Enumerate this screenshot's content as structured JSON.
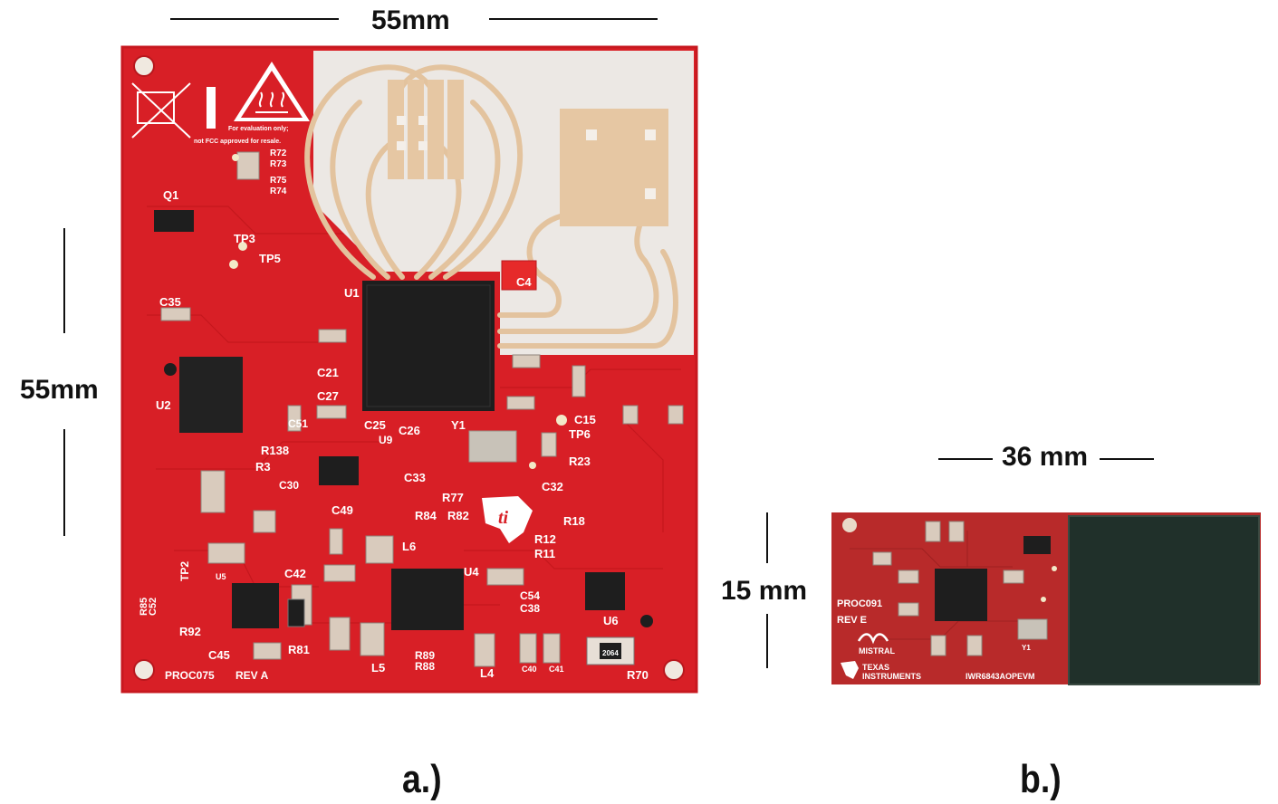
{
  "dimensions": {
    "a_width": "55mm",
    "a_height": "55mm",
    "b_width": "36 mm",
    "b_height": "15 mm"
  },
  "captions": {
    "a": "a.)",
    "b": "b.)"
  },
  "board_a": {
    "board_id": "PROC075",
    "revision": "REV A",
    "warning_text_1": "For evaluation only;",
    "warning_text_2": "not FCC approved for resale.",
    "labels": [
      "Q1",
      "TP3",
      "TP5",
      "C35",
      "U1",
      "C4",
      "U2",
      "C21",
      "C27",
      "C25",
      "C26",
      "C51",
      "U9",
      "R138",
      "R3",
      "C30",
      "TP6",
      "C15",
      "Y1",
      "C33",
      "R77",
      "C32",
      "R23",
      "C49",
      "R84",
      "R82",
      "L6",
      "R18",
      "R12",
      "R11",
      "U4",
      "C42",
      "TP2",
      "U5",
      "C54",
      "C38",
      "U6",
      "R92",
      "C45",
      "R81",
      "L5",
      "R89",
      "R88",
      "L4",
      "C40",
      "C41",
      "R70",
      "C52",
      "R85",
      "R72",
      "R73",
      "R75",
      "R74"
    ],
    "chip_marking": "2064"
  },
  "board_b": {
    "board_id": "PROC091",
    "revision": "REV E",
    "brand": "MISTRAL",
    "manufacturer_line1": "TEXAS",
    "manufacturer_line2": "INSTRUMENTS",
    "part_text": "IWR6843AOPEVM",
    "crystal_label": "Y1"
  },
  "colors": {
    "pcb_red": "#d81f26",
    "pcb_red_dark": "#b8171d",
    "antenna_panel": "#ece8e4",
    "antenna_copper": "#e6c7a3",
    "chip_black": "#1e1e1e",
    "board_b_red": "#b82a2a",
    "board_b_antenna": "#20302a"
  }
}
